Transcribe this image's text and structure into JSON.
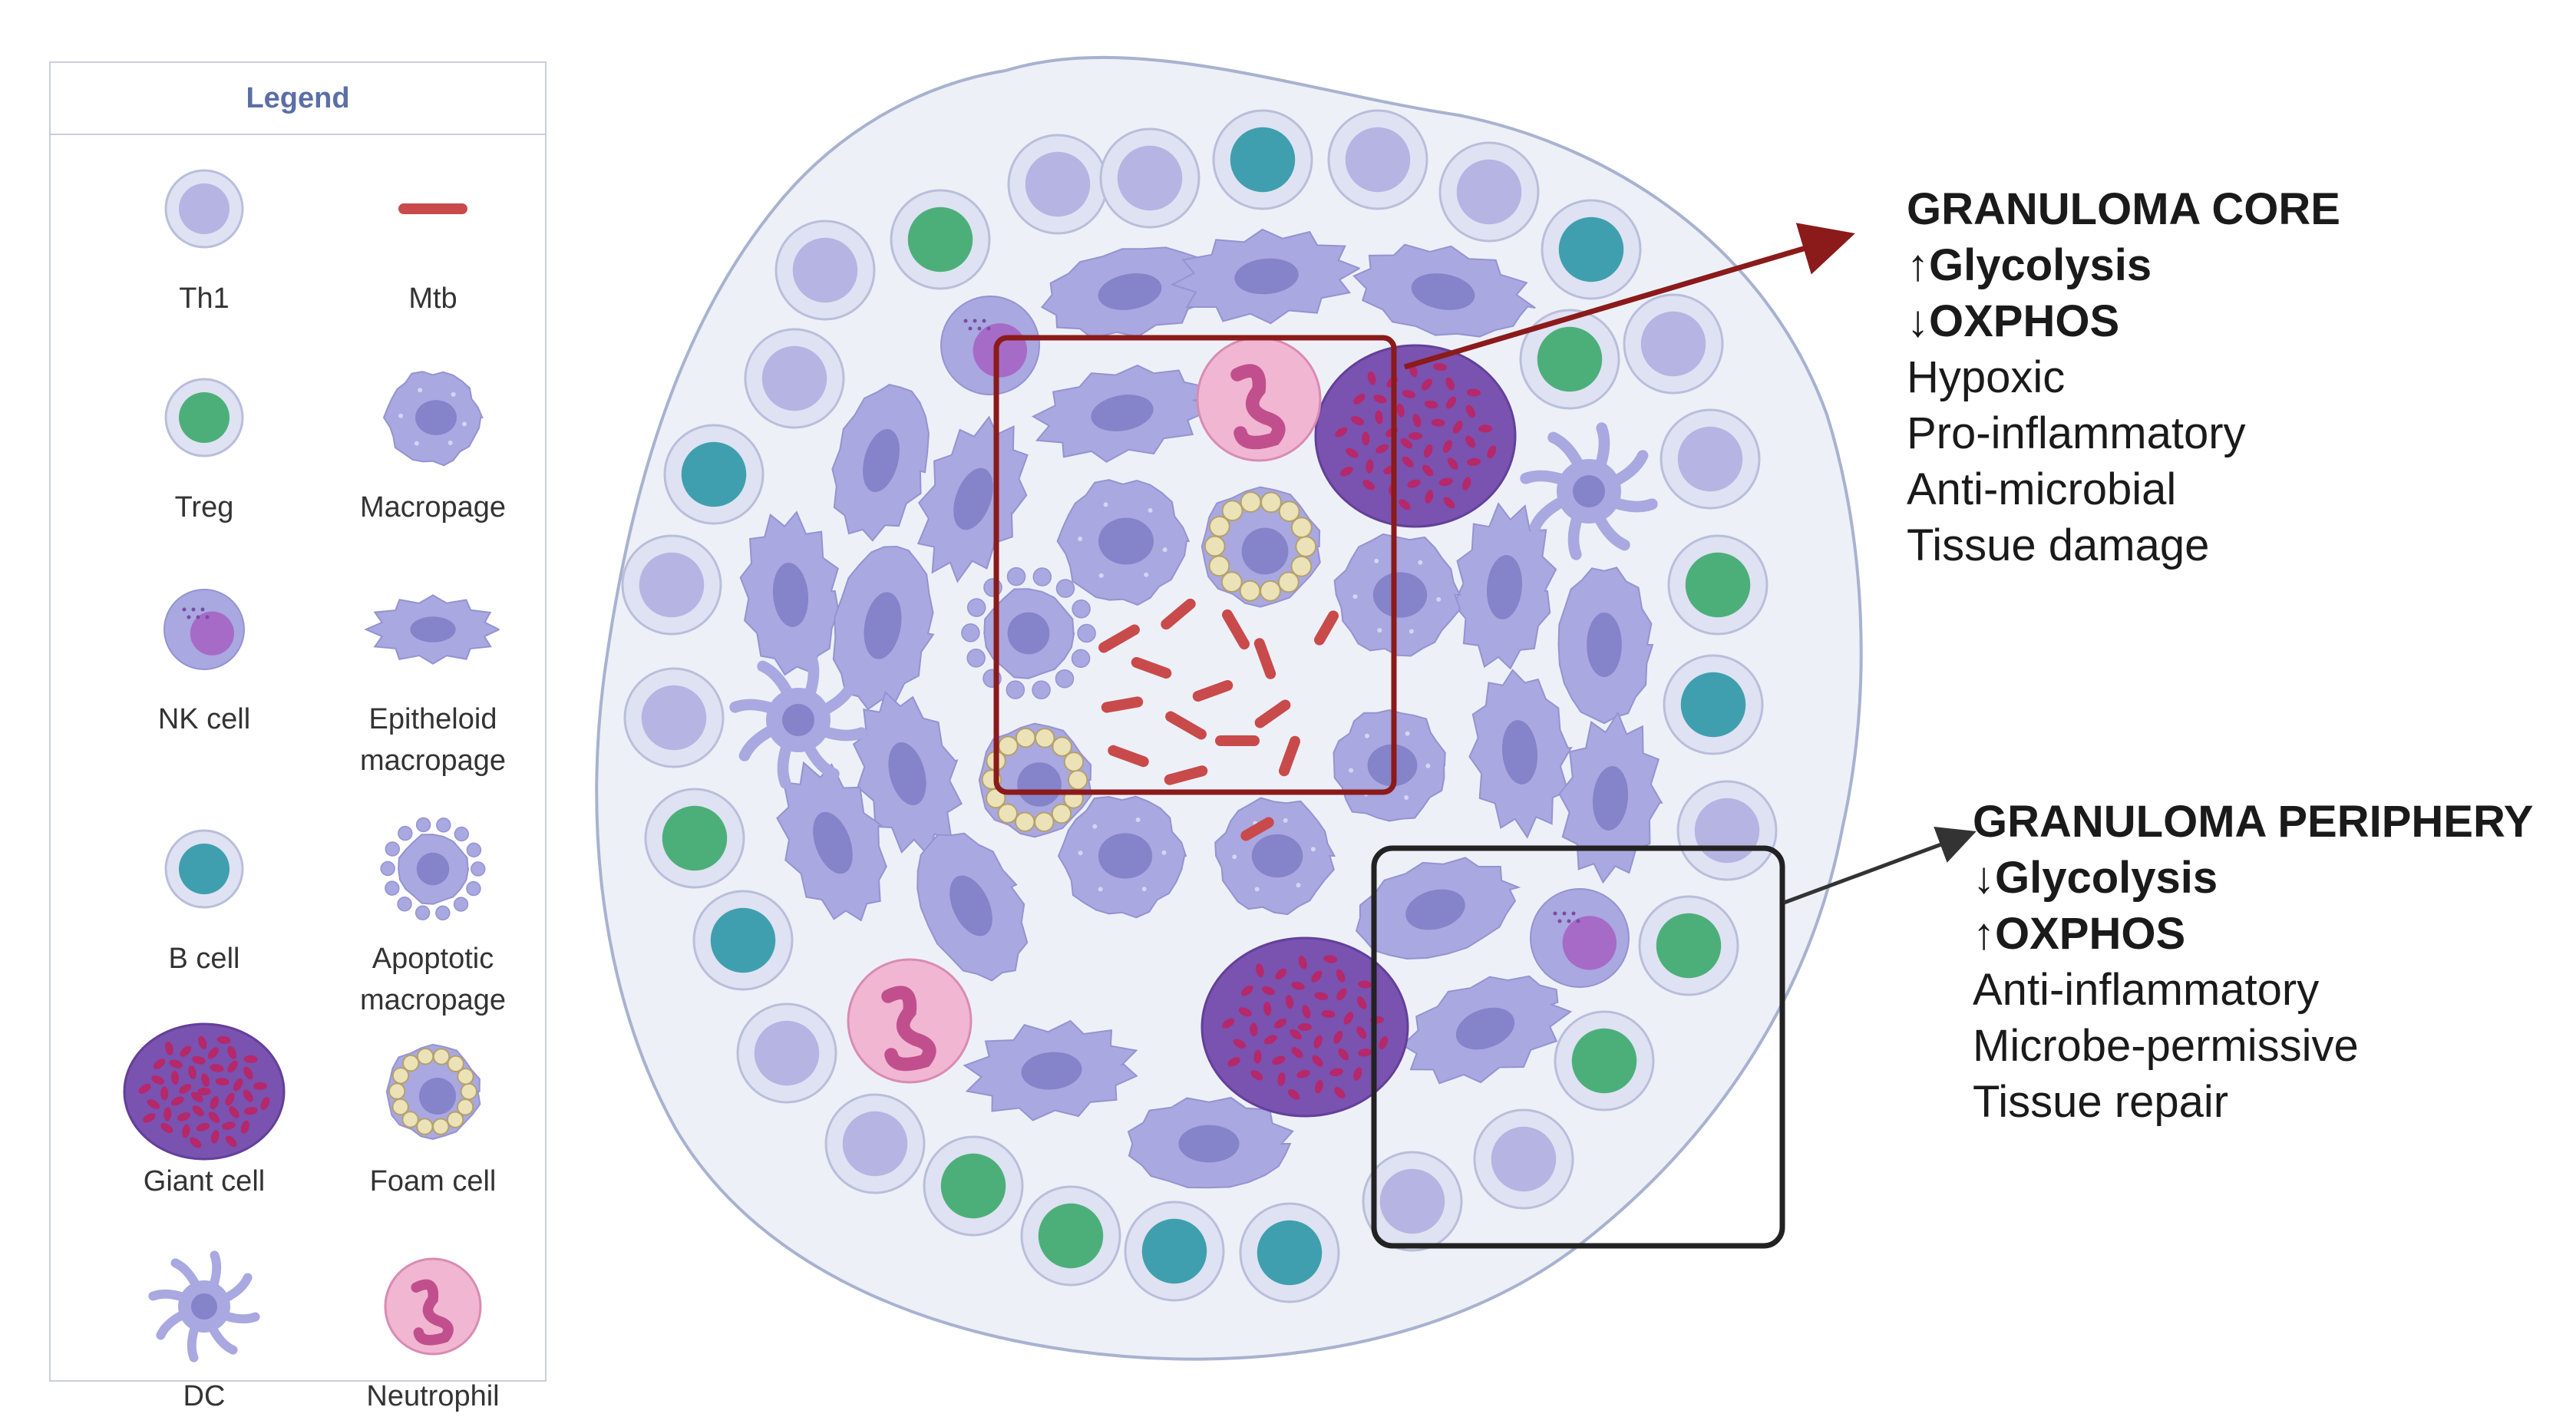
{
  "legend": {
    "title": "Legend",
    "items": [
      {
        "label": "Th1",
        "icon": "th1-cell-icon"
      },
      {
        "label": "Mtb",
        "icon": "mtb-bacillus-icon"
      },
      {
        "label": "Treg",
        "icon": "treg-cell-icon"
      },
      {
        "label": "Macropage",
        "icon": "macrophage-icon"
      },
      {
        "label": "NK cell",
        "icon": "nk-cell-icon"
      },
      {
        "label": "Epitheloid\nmacropage",
        "icon": "epitheloid-macrophage-icon"
      },
      {
        "label": "B cell",
        "icon": "b-cell-icon"
      },
      {
        "label": "Apoptotic\nmacropage",
        "icon": "apoptotic-macrophage-icon"
      },
      {
        "label": "Giant cell",
        "icon": "giant-cell-icon"
      },
      {
        "label": "Foam cell",
        "icon": "foam-cell-icon"
      },
      {
        "label": "DC",
        "icon": "dendritic-cell-icon"
      },
      {
        "label": "Neutrophil",
        "icon": "neutrophil-icon"
      }
    ]
  },
  "core": {
    "title": "GRANULOMA CORE",
    "up": "↑Glycolysis",
    "down": "↓OXPHOS",
    "traits": [
      "Hypoxic",
      "Pro-inflammatory",
      "Anti-microbial",
      "Tissue damage"
    ]
  },
  "periphery": {
    "title": "GRANULOMA PERIPHERY",
    "down": "↓Glycolysis",
    "up": "↑OXPHOS",
    "traits": [
      "Anti-inflammatory",
      "Microbe-permissive",
      "Tissue repair"
    ]
  },
  "colors": {
    "th1": "#c9cdea",
    "treg": "#4caf7a",
    "bcell": "#3f9fae",
    "macrophage": "#a9a8e0",
    "giant": "#7a52b0",
    "neutrophil": "#e89ac0",
    "mtb": "#c94a4a",
    "core_box": "#8b1a1a",
    "periphery_box": "#222222"
  }
}
